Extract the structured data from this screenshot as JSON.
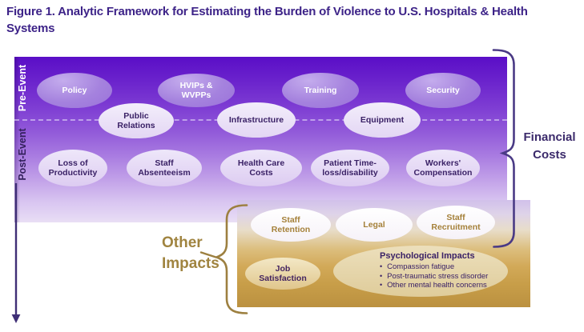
{
  "figure_title": "Figure 1. Analytic Framework for Estimating the Burden of Violence to U.S. Hospitals & Health Systems",
  "timeline": {
    "pre_event_label": "Pre-Event",
    "post_event_label": "Post-Event"
  },
  "pre_event_items": {
    "policy": "Policy",
    "hvips": "HVIPs & WVPPs",
    "training": "Training",
    "security": "Security"
  },
  "transition_items": {
    "public_relations": "Public Relations",
    "infrastructure": "Infrastructure",
    "equipment": "Equipment"
  },
  "post_event_items": {
    "loss_of_productivity": "Loss of Productivity",
    "staff_absenteeism": "Staff Absenteeism",
    "health_care_costs": "Health Care Costs",
    "patient_time_loss": "Patient Time-loss/disability",
    "workers_compensation": "Workers' Compensation"
  },
  "other_impact_items": {
    "staff_retention": "Staff Retention",
    "legal": "Legal",
    "staff_recruitment": "Staff Recruitment",
    "job_satisfaction": "Job Satisfaction"
  },
  "psychological": {
    "heading": "Psychological Impacts",
    "bullets": [
      "Compassion fatigue",
      "Post-traumatic stress disorder",
      "Other mental health concerns"
    ]
  },
  "annotations": {
    "financial_costs": "Financial Costs",
    "other_impacts": "Other Impacts"
  },
  "colors": {
    "title_text": "#3d2388",
    "purple_field_top": "#5a0ec7",
    "purple_field_bottom": "#e9def5",
    "gold_field_bottom": "#bb9140",
    "pre_event_bubble": "#a582de",
    "light_bubble": "#ece5f8",
    "white_bubble": "#fefdfe",
    "cream_bubble": "#e8d9ae",
    "dark_purple_text": "#3a2166",
    "gold_text": "#a5813a",
    "financial_bracket": "#4a3a85",
    "other_bracket": "#9d8040"
  }
}
